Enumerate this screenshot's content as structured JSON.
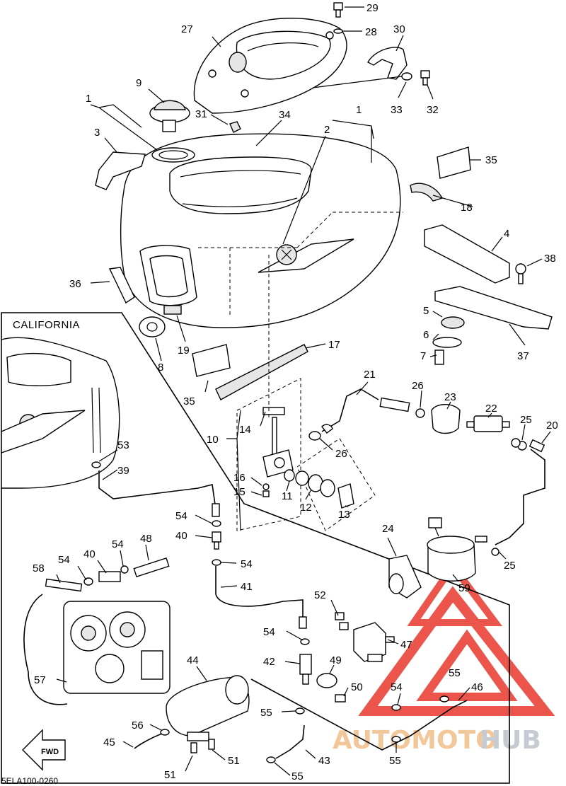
{
  "diagram": {
    "california_label": "CALIFORNIA",
    "code": "5ELA100-0260",
    "fwd_label": "FWD",
    "watermark": {
      "part1": "AUTOMOTO",
      "part2": "HUB",
      "color1": "#f2c79a",
      "color2": "#c6cad3",
      "logo_color": "#e8382c"
    },
    "callouts": [
      {
        "id": "c29",
        "text": "29"
      },
      {
        "id": "c28",
        "text": "28"
      },
      {
        "id": "c30",
        "text": "30"
      },
      {
        "id": "c27",
        "text": "27"
      },
      {
        "id": "c9",
        "text": "9"
      },
      {
        "id": "c1a",
        "text": "1"
      },
      {
        "id": "c3",
        "text": "3"
      },
      {
        "id": "c31",
        "text": "31"
      },
      {
        "id": "c34",
        "text": "34"
      },
      {
        "id": "c33",
        "text": "33"
      },
      {
        "id": "c32",
        "text": "32"
      },
      {
        "id": "c1b",
        "text": "1"
      },
      {
        "id": "c2",
        "text": "2"
      },
      {
        "id": "c35a",
        "text": "35"
      },
      {
        "id": "c18",
        "text": "18"
      },
      {
        "id": "c4",
        "text": "4"
      },
      {
        "id": "c38",
        "text": "38"
      },
      {
        "id": "c36",
        "text": "36"
      },
      {
        "id": "c5",
        "text": "5"
      },
      {
        "id": "c6",
        "text": "6"
      },
      {
        "id": "c7",
        "text": "7"
      },
      {
        "id": "c37",
        "text": "37"
      },
      {
        "id": "c19",
        "text": "19"
      },
      {
        "id": "c8",
        "text": "8"
      },
      {
        "id": "c17",
        "text": "17"
      },
      {
        "id": "c35b",
        "text": "35"
      },
      {
        "id": "c21",
        "text": "21"
      },
      {
        "id": "c26a",
        "text": "26"
      },
      {
        "id": "c23",
        "text": "23"
      },
      {
        "id": "c22",
        "text": "22"
      },
      {
        "id": "c25a",
        "text": "25"
      },
      {
        "id": "c20",
        "text": "20"
      },
      {
        "id": "c14",
        "text": "14"
      },
      {
        "id": "c10",
        "text": "10"
      },
      {
        "id": "c26b",
        "text": "26"
      },
      {
        "id": "c53",
        "text": "53"
      },
      {
        "id": "c39",
        "text": "39"
      },
      {
        "id": "c16",
        "text": "16"
      },
      {
        "id": "c15",
        "text": "15"
      },
      {
        "id": "c11",
        "text": "11"
      },
      {
        "id": "c12",
        "text": "12"
      },
      {
        "id": "c13",
        "text": "13"
      },
      {
        "id": "c24",
        "text": "24"
      },
      {
        "id": "c25b",
        "text": "25"
      },
      {
        "id": "c59",
        "text": "59"
      },
      {
        "id": "c54a",
        "text": "54"
      },
      {
        "id": "c40a",
        "text": "40"
      },
      {
        "id": "c48",
        "text": "48"
      },
      {
        "id": "c54b",
        "text": "54"
      },
      {
        "id": "c40b",
        "text": "40"
      },
      {
        "id": "c54c",
        "text": "54"
      },
      {
        "id": "c58",
        "text": "58"
      },
      {
        "id": "c54d",
        "text": "54"
      },
      {
        "id": "c41",
        "text": "41"
      },
      {
        "id": "c52",
        "text": "52"
      },
      {
        "id": "c54e",
        "text": "54"
      },
      {
        "id": "c47",
        "text": "47"
      },
      {
        "id": "c42",
        "text": "42"
      },
      {
        "id": "c49",
        "text": "49"
      },
      {
        "id": "c44",
        "text": "44"
      },
      {
        "id": "c50",
        "text": "50"
      },
      {
        "id": "c55a",
        "text": "55"
      },
      {
        "id": "c46",
        "text": "46"
      },
      {
        "id": "c57",
        "text": "57"
      },
      {
        "id": "c54f",
        "text": "54"
      },
      {
        "id": "c55b",
        "text": "55"
      },
      {
        "id": "c56",
        "text": "56"
      },
      {
        "id": "c45",
        "text": "45"
      },
      {
        "id": "c43",
        "text": "43"
      },
      {
        "id": "c55c",
        "text": "55"
      },
      {
        "id": "c51a",
        "text": "51"
      },
      {
        "id": "c51b",
        "text": "51"
      },
      {
        "id": "c55d",
        "text": "55"
      }
    ]
  }
}
